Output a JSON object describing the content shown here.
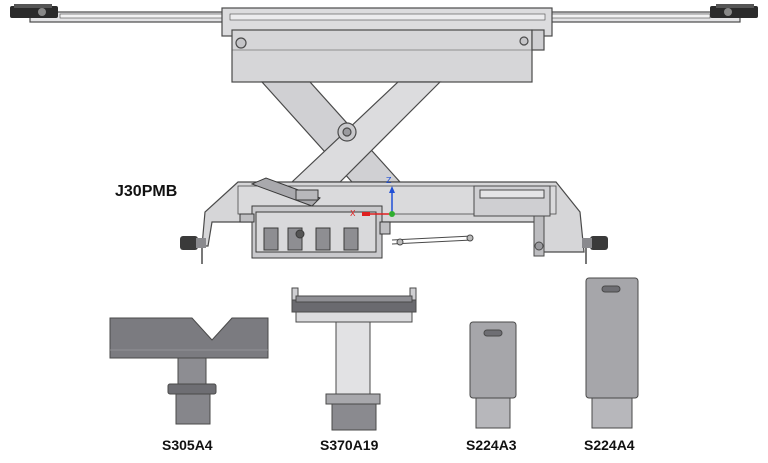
{
  "main_unit": {
    "label": "J30PMB"
  },
  "accessories": [
    {
      "code": "S305A4"
    },
    {
      "code": "S370A19"
    },
    {
      "code": "S224A3"
    },
    {
      "code": "S224A4"
    }
  ],
  "axis_triad": {
    "z_label": "Z",
    "x_label": "X",
    "z_color": "#1f4fd6",
    "x_color": "#e02020",
    "origin_color": "#2fae2f"
  },
  "colors": {
    "body_fill": "#d9d9db",
    "body_shade": "#bdbdc0",
    "outline": "#4a4a4a",
    "dark_parts": "#2b2b2b"
  }
}
